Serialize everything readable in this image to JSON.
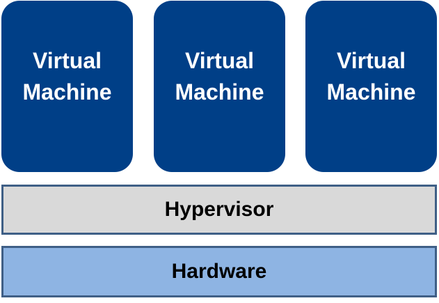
{
  "colors": {
    "vm_fill": "#003f87",
    "hypervisor_fill": "#d9d9d9",
    "hardware_fill": "#8eb4e3",
    "layer_border": "#3f5f86"
  },
  "virtual_machines": [
    {
      "label": "Virtual\nMachine"
    },
    {
      "label": "Virtual\nMachine"
    },
    {
      "label": "Virtual\nMachine"
    }
  ],
  "hypervisor": {
    "label": "Hypervisor"
  },
  "hardware": {
    "label": "Hardware"
  }
}
